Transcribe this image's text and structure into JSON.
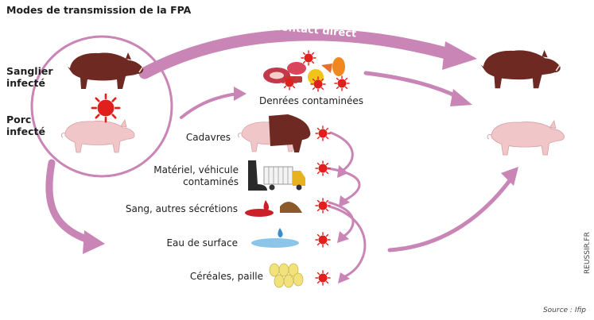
{
  "title": "Modes de transmission de la FPA",
  "sources": {
    "wild_boar": "Sanglier infecté",
    "pig": "Porc infecté"
  },
  "direct_contact": "Contact direct",
  "vectors": {
    "food": "Denrées contaminées",
    "carcasses": "Cadavres",
    "equipment": "Matériel, véhicule contaminés",
    "fluids": "Sang, autres sécrétions",
    "water": "Eau de surface",
    "cereals": "Céréales, paille"
  },
  "credit": "REUSSIR.FR",
  "source_note": "Source : Ifip",
  "colors": {
    "arrow": "#c985b5",
    "virus": "#e0201c",
    "boar": "#6e2a22",
    "pig": "#f0c6c8"
  },
  "icons": [
    "virus-icon",
    "wild-boar-icon",
    "pig-icon",
    "meat-food-icon",
    "boot-icon",
    "truck-icon",
    "blood-puddle-icon",
    "water-puddle-icon",
    "grain-icon"
  ]
}
